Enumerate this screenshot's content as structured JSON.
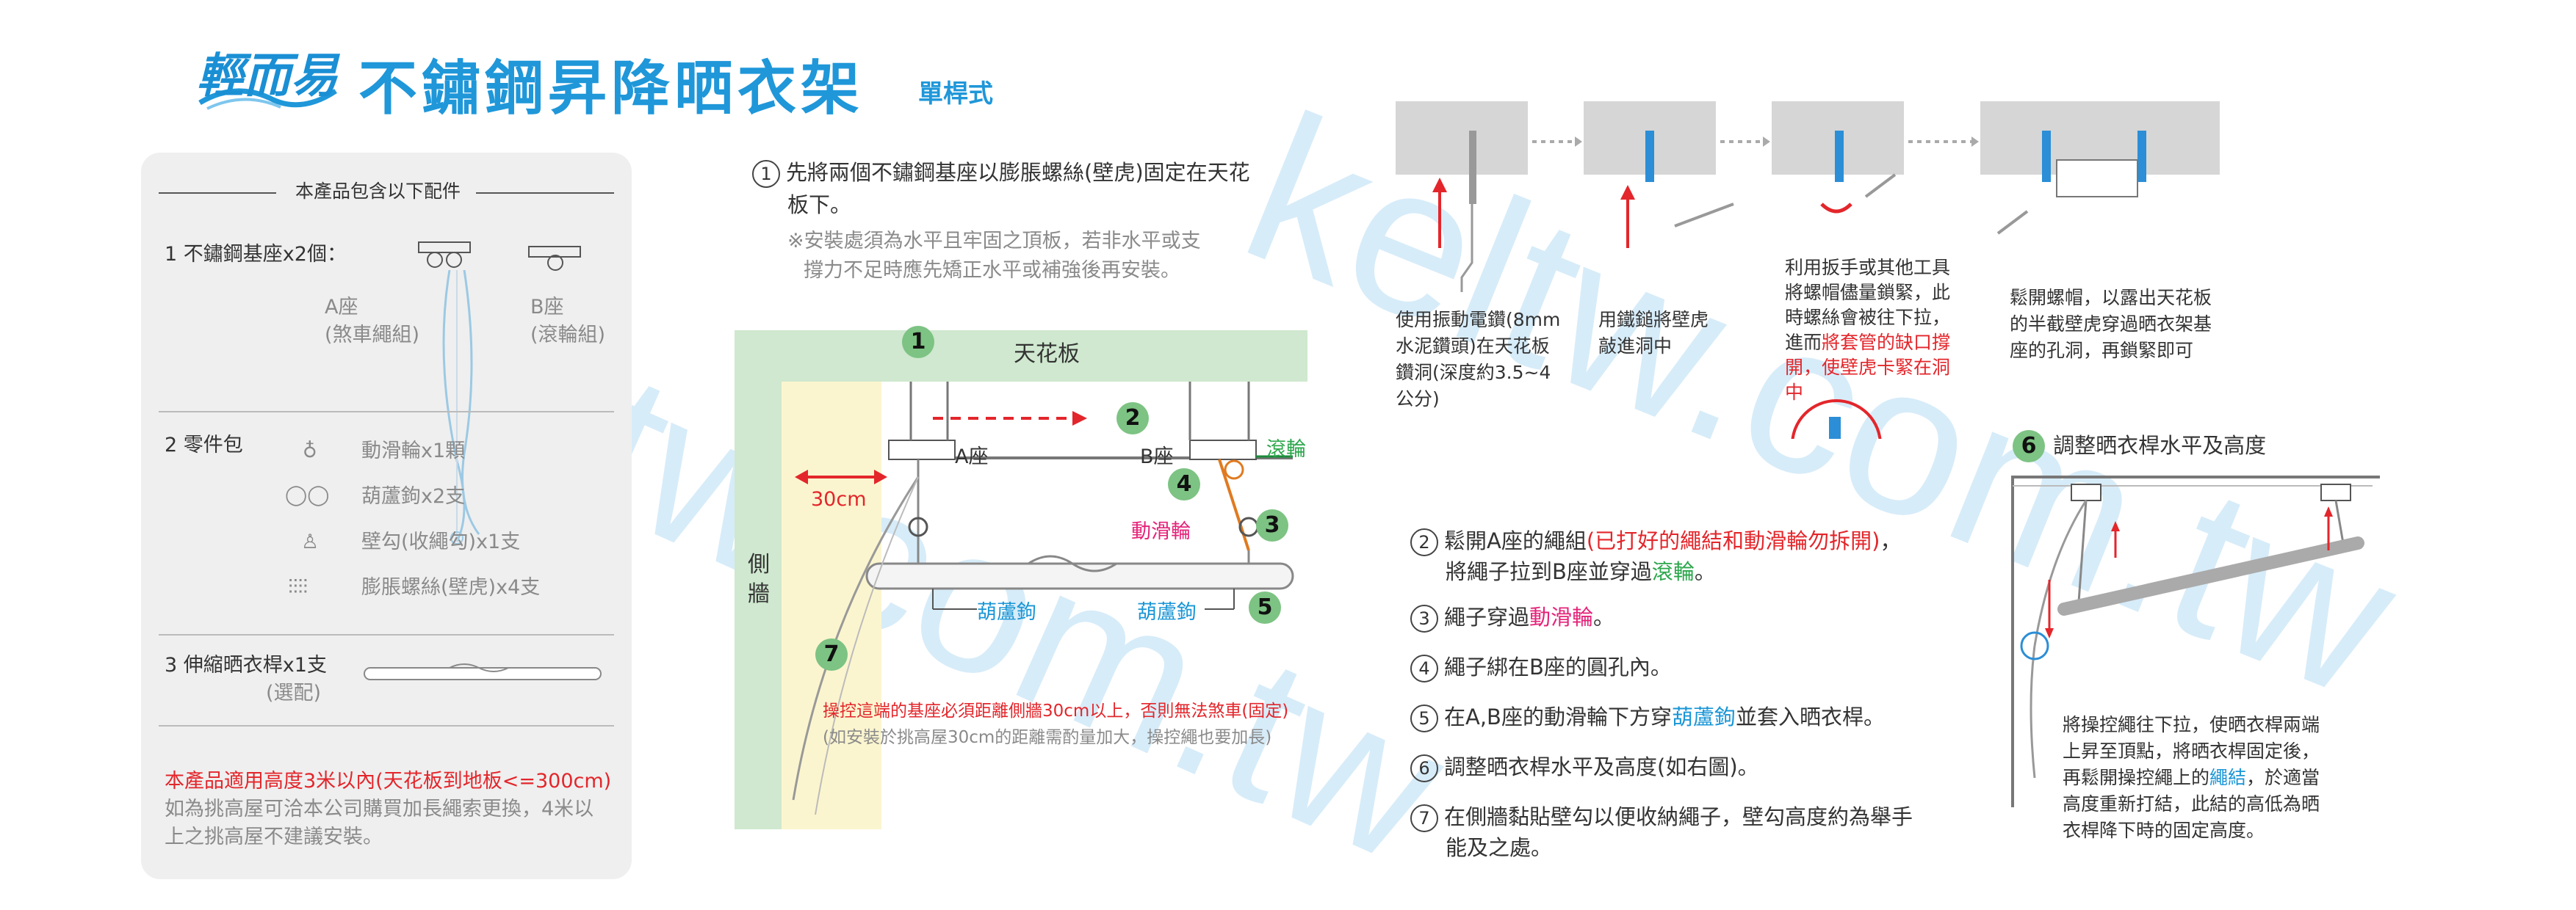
{
  "watermark": "keltw.com.tw",
  "header": {
    "logo_text": "輕而易",
    "title": "不鏽鋼昇降晒衣架",
    "subtitle": "單桿式"
  },
  "parts": {
    "heading": "本產品包含以下配件",
    "item1": {
      "num": "1",
      "label": "不鏽鋼基座x2個：",
      "a_name": "A座",
      "a_desc": "(煞車繩組)",
      "b_name": "B座",
      "b_desc": "(滾輪組)"
    },
    "item2": {
      "num": "2",
      "label": "零件包",
      "parts": [
        "動滑輪x1顆",
        "葫蘆鉤x2支",
        "壁勾(收繩勾)x1支",
        "膨脹螺絲(壁虎)x4支"
      ]
    },
    "item3": {
      "num": "3",
      "label": "伸縮晒衣桿x1支",
      "note": "(選配)"
    },
    "note_red": "本產品適用高度3米以內(天花板到地板<=300cm)",
    "note_gray1": "如為挑高屋可洽本公司購買加長繩索更換，4米以",
    "note_gray2": "上之挑高屋不建議安裝。"
  },
  "step1": {
    "num": "1",
    "line1": "先將兩個不鏽鋼基座以膨脹螺絲(壁虎)固定在天花",
    "line2": "板下。",
    "note1": "※安裝處須為水平且牢固之頂板，若非水平或支",
    "note2": "撐力不足時應先矯正水平或補強後再安裝。"
  },
  "diagram": {
    "ceiling": "天花板",
    "wall": "側牆",
    "a_seat": "A座",
    "b_seat": "B座",
    "roller": "滾輪",
    "pulley": "動滑輪",
    "hook1": "葫蘆鉤",
    "hook2": "葫蘆鉤",
    "dist": "30cm",
    "n1": "1",
    "n2": "2",
    "n3": "3",
    "n4": "4",
    "n5": "5",
    "n7": "7",
    "warn_red": "操控這端的基座必須距離側牆30cm以上，否則無法煞車(固定)",
    "warn_gray": "(如安裝於挑高屋30cm的距離需酌量加大，操控繩也要加長)"
  },
  "drill": {
    "cap1_l1": "使用振動電鑽(8mm",
    "cap1_l2": "水泥鑽頭)在天花板",
    "cap1_l3": "鑽洞(深度約3.5~4",
    "cap1_l4": "公分)",
    "cap2_l1": "用鐵鎚將壁虎",
    "cap2_l2": "敲進洞中",
    "cap3_l1": "利用扳手或其他工具",
    "cap3_l2": "將螺帽儘量鎖緊，此",
    "cap3_l3": "時螺絲會被往下拉，",
    "cap3_l4a": "進而",
    "cap3_l4b": "將套管的缺口撐",
    "cap3_l5": "開，使壁虎卡緊在洞",
    "cap3_l6": "中",
    "cap4_l1": "鬆開螺帽，以露出天花板",
    "cap4_l2": "的半截壁虎穿過晒衣架基",
    "cap4_l3": "座的孔洞，再鎖緊即可"
  },
  "steps": {
    "s2_a": "鬆開A座的繩組",
    "s2_b": "(已打好的繩結和動滑輪勿拆開)",
    "s2_c": "，",
    "s2_d": "將繩子拉到B座並穿過",
    "s2_e": "滾輪",
    "s2_f": "。",
    "s3_a": "繩子穿過",
    "s3_b": "動滑輪",
    "s3_c": "。",
    "s4": "繩子綁在B座的圓孔內。",
    "s5_a": "在A,B座的動滑輪下方穿",
    "s5_b": "葫蘆鉤",
    "s5_c": "並套入晒衣桿。",
    "s6": "調整晒衣桿水平及高度(如右圖)。",
    "s7_a": "在側牆黏貼壁勾以便收納繩子，壁勾高度約為舉手",
    "s7_b": "能及之處。",
    "nums": [
      "2",
      "3",
      "4",
      "5",
      "6",
      "7"
    ]
  },
  "step6": {
    "num": "6",
    "title": "調整晒衣桿水平及高度",
    "l1": "將操控繩往下拉，使晒衣桿兩端",
    "l2": "上昇至頂點，將晒衣桿固定後，",
    "l3a": "再鬆開操控繩上的",
    "l3b": "繩結",
    "l3c": "，於適當",
    "l4": "高度重新打結，此結的高低為晒",
    "l5": "衣桿降下時的固定高度。"
  },
  "colors": {
    "brand_blue": "#1f97d9",
    "red": "#e3262b",
    "blue": "#1a96d6",
    "green_bar": "#cfe8cf",
    "yellow_zone": "#fbf5cf"
  }
}
